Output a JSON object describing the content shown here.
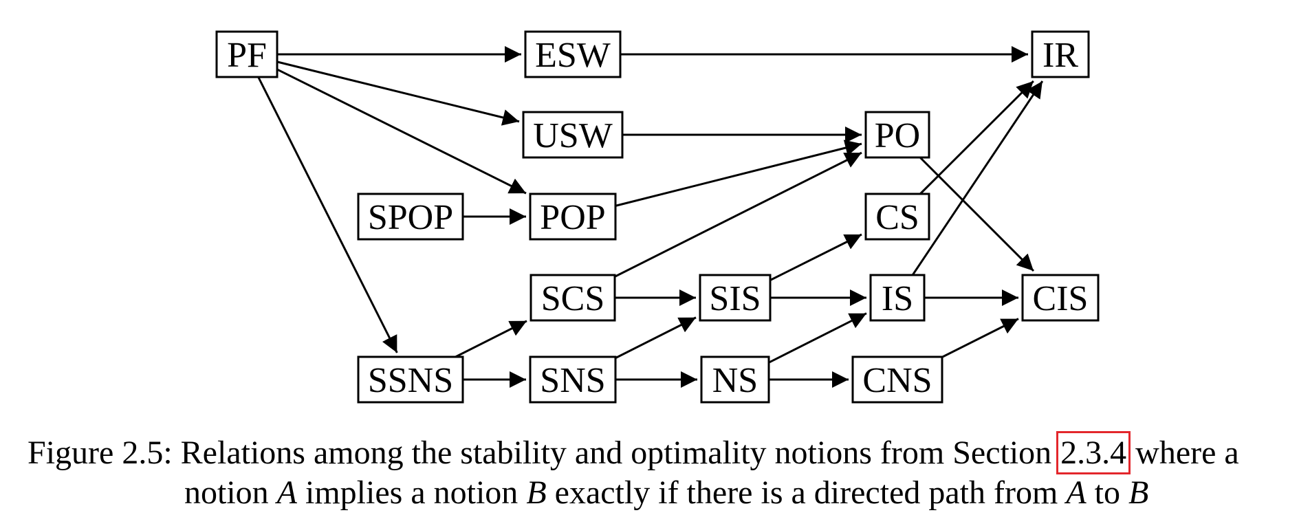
{
  "diagram": {
    "nodes": {
      "PF": "PF",
      "ESW": "ESW",
      "IR": "IR",
      "USW": "USW",
      "PO": "PO",
      "SPOP": "SPOP",
      "POP": "POP",
      "CS": "CS",
      "SCS": "SCS",
      "SIS": "SIS",
      "IS": "IS",
      "CIS": "CIS",
      "SSNS": "SSNS",
      "SNS": "SNS",
      "NS": "NS",
      "CNS": "CNS"
    },
    "edges": [
      [
        "PF",
        "ESW"
      ],
      [
        "ESW",
        "IR"
      ],
      [
        "PF",
        "USW"
      ],
      [
        "PF",
        "POP"
      ],
      [
        "PF",
        "SSNS"
      ],
      [
        "USW",
        "PO"
      ],
      [
        "POP",
        "PO"
      ],
      [
        "SCS",
        "PO"
      ],
      [
        "SPOP",
        "POP"
      ],
      [
        "CS",
        "IR"
      ],
      [
        "IS",
        "IR"
      ],
      [
        "PO",
        "CIS"
      ],
      [
        "SIS",
        "CS"
      ],
      [
        "SCS",
        "SIS"
      ],
      [
        "SIS",
        "IS"
      ],
      [
        "IS",
        "CIS"
      ],
      [
        "CNS",
        "CIS"
      ],
      [
        "SSNS",
        "SCS"
      ],
      [
        "SSNS",
        "SNS"
      ],
      [
        "SNS",
        "SIS"
      ],
      [
        "SNS",
        "NS"
      ],
      [
        "NS",
        "IS"
      ],
      [
        "NS",
        "CNS"
      ]
    ]
  },
  "caption": {
    "prefix": "Figure 2.5: Relations among the stability and optimality notions from Section ",
    "section_ref": "2.3.4",
    "suffix": " where a",
    "line2_a": "notion ",
    "var_a": "A",
    "line2_b": " implies a notion ",
    "var_b": "B",
    "line2_c": " exactly if there is a directed path from ",
    "var_a2": "A",
    "line2_d": " to ",
    "var_b2": "B"
  },
  "colors": {
    "highlight": "#e3262b",
    "stroke": "#000000"
  }
}
